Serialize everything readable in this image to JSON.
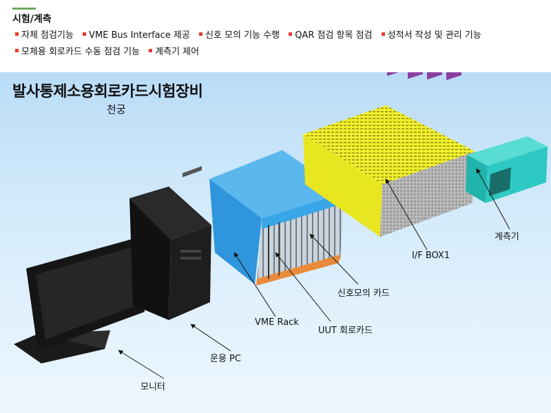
{
  "header": {
    "section_title": "시험/계측",
    "features": [
      "자체 점검기능",
      "VME Bus Interface 제공",
      "신호 모의 기능 수행",
      "QAR 점검 항목 점검",
      "성적서 작성 및 관리 기능",
      "모체용 회로카드 수동 점검 기능",
      "계측기 제어"
    ]
  },
  "diagram": {
    "title": "발사통제소용회로카드시험장비",
    "company": "천궁",
    "labels": {
      "monitor": "모니터",
      "operating_pc": "운용 PC",
      "vme_rack": "VME Rack",
      "uut_card": "UUT 회로카드",
      "signal_card": "신호모의 카드",
      "if_box": "I/F BOX1",
      "instrument": "계측기"
    }
  },
  "colors": {
    "accent_rule": "#6aaa5a",
    "bullet": "#e23b2c",
    "rack_blue": "#39a6e8",
    "if_box_yellow": "#f2f02a",
    "instrument_teal": "#2ec9c2"
  }
}
